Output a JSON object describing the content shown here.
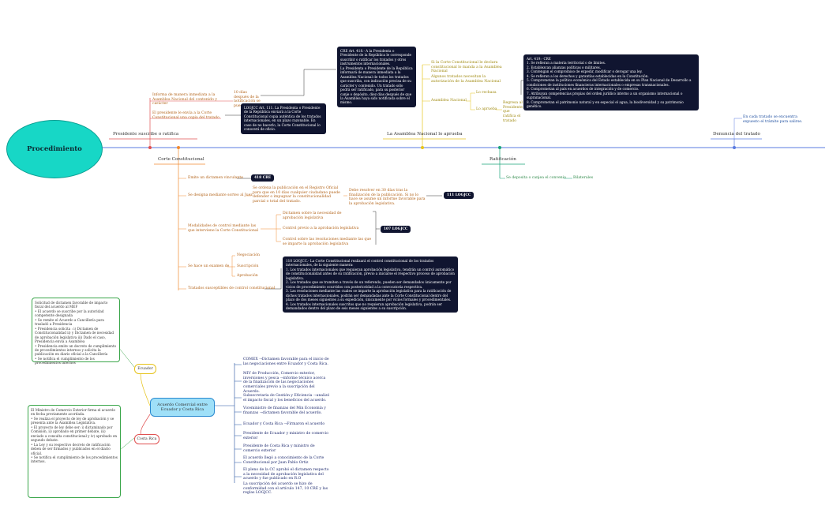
{
  "root": "Procedimiento",
  "timeline": {
    "b1": "Presidente suscribe o ratifica",
    "b2": "La Asamblea Nacional lo aprueba",
    "b3": "Denuncia del tratado",
    "b4": "Corte Constitucional",
    "b5": "Ratificación"
  },
  "presidente": {
    "informa": "Informa de manera inmediata a la Asamblea Nacional del contenido y carácter",
    "dias": "10 días después de la notificación se puede ratificar",
    "envia": "El presidente le envía a la Corte Constitucional una copia del tratado",
    "box_cre": "CRE Art. 418.- A la Presidenta o Presidente de la República le corresponde suscribir o ratificar los tratados y otros instrumentos internacionales.\nLa Presidenta o Presidente de la República informará de manera inmediata a la Asamblea Nacional de todos los tratados que suscriba, con indicación precisa de su carácter y contenido. Un tratado sólo podrá ser ratificado, para su posterior canje o depósito, diez días después de que la Asamblea haya sido notificada sobre el mismo.",
    "box_loj": "LOGJCC Art. 111. La Presidenta o Presidente de la República enviará a la Corte Constitucional copia auténtica de los tratados internacionales, en un plazo razonable. En caso de no hacerlo, la Corte Constitucional lo conocerá de oficio."
  },
  "asamblea": {
    "a1": "Si la Corte Constitucional le declara constitucional lo manda a la Asamblea Nacional",
    "a2": "Algunos tratados necesitan la autorización de la Asamblea Nacional",
    "a3": "Asamblea Nacional",
    "rechaza": "Lo rechaza",
    "aprueba": "Lo aprueba",
    "regresa": "Regresa al Presidente que ratifica el tratado",
    "box419": "Art. 419.- CRE\n1. Se refieran a materia territorial o de límites.\n2. Establezcan alianzas políticas o militares.\n3. Contengan el compromiso de expedir, modificar o derogar una ley.\n4. Se refieran a los derechos y garantías establecidas en la Constitución.\n5. Comprometan la política económica del Estado establecida en su Plan Nacional de Desarrollo a condiciones de instituciones financieras internacionales o empresas transnacionales.\n6. Comprometan al país en acuerdos de integración y de comercio.\n7. Atribuyan competencias propias del orden jurídico interno a un organismo internacional o supranacional.\n8. Comprometan el patrimonio natural y en especial el agua, la biodiversidad y su patrimonio genético."
  },
  "denuncia": {
    "d1": "En cada tratado se encuentra expuesto el trámite para salirse."
  },
  "ratificacion": {
    "r1": "Se deposita o canjea el convenio",
    "r2": "Bilaterales"
  },
  "corte": {
    "c1": "Emite un dictamen vinculante",
    "tag418": "418 CRE",
    "c2": "Se designa mediante sorteo al Juez",
    "c2a": "Se ordena la publicación en el Registro Oficial para que en 10 días cualquier ciudadano puede defender o impugnar la constitucionalidad parcial o total del tratado.",
    "c2b": "Debe resolver en 30 días tras la finalización de la publicación. Si no lo hace se asume un informe favorable para la aprobación legislativa.",
    "tag111": "111 LOGJCC",
    "c3": "Modalidades de control mediante las que interviene la Corte Constitucional",
    "c3a": "Dictamen sobre la necesidad de aprobación legislativa",
    "c3b": "Control previo a la aprobación legislativa",
    "c3c": "Control sobre las resoluciones mediante las que se imparte la aprobación legislativa",
    "tag107": "107 LOGJCC",
    "c4": "Se hace un examen de",
    "c4a": "Negociación",
    "c4b": "Suscripción",
    "c4c": "Aprobación",
    "c5": "Tratados susceptibles de control constitucional",
    "box110": "110 LOGJCC.- La Corte Constitucional realizará el control constitucional de los tratados internacionales, de la siguiente manera:\n1. Los tratados internacionales que requieran aprobación legislativa, tendrán un control automático de constitucionalidad antes de su ratificación, previo a iniciarse el respectivo proceso de aprobación legislativa.\n2. Los tratados que se tramiten a través de un referendo, pueden ser demandados únicamente por vicios de procedimiento ocurridos con posterioridad a la convocatoria respectiva.\n3. Las resoluciones mediante las cuales se imparte la aprobación legislativa para la ratificación de dichos tratados internacionales, podrán ser demandadas ante la Corte Constitucional dentro del plazo de dos meses siguientes a su expedición, únicamente por vicios formales y procedimentales.\n4. Los tratados internacionales suscritos que no requieran aprobación legislativa, podrán ser demandados dentro del plazo de seis meses siguientes a su suscripción."
  },
  "acuerdo": {
    "title": "Acuerdo Comercial entre Ecuador y Costa Rica",
    "ecuador": "Ecuador",
    "costarica": "Costa Rica",
    "ec_text": "Solicitud de dictamen favorable de impacto fiscal del acuerdo al MEF\n• El acuerdo se suscribe por la autoridad competente designada\n• Se remite el Acuerdo a Cancillería para trasladó a Presidencia\n• Presidencia solicita : i) Dictamen de Constitucionalidad ii) y Dictamen de necesidad de aprobación legislativa  iii) Dado el caso, Presidencia envía a Asamblea\n• Presidencia emite un decreto de cumplimiento de procedimientos internos y solicita la publicación en diario oficial a la Cancillería\n• Se notifica el cumplimiento de los procedimientos internos",
    "cr_text": "El Ministro de Comercio Exterior firma el acuerdo en fecha previamente acordada.\n• Se realiza el proyecto de ley de aprobación y se presenta ante la Asamblea Legislativa.\n• El proyecto de ley debe ser: i) dictaminado por Comisión, ii) aprobado en primer debate, iii) enviado a consulta constitucional y iv) aprobado en segundo debate.\n• La Ley y su respectivo decreto de ratificación deben de ser firmados y publicados en el diario oficial.\n• Se notifica el cumplimiento de los procedimientos internos.",
    "items": [
      "COMEX →Dictamen favorable para el inicio de las negociaciones entre Ecuador y Costa Rica.",
      "MIV de Producción, Comercio exterior, inversiones y pesca →informe técnico acerca de la finalización de las negociaciones comerciales previo a la suscripción del Acuerdo.",
      "Subsecretaria de Gestión y Eficiencia →analizó el impacto fiscal y los beneficios del acuerdo.",
      "Viceministro de finanzas del Min Economía y finanzas →dictamen favorable del acuerdo.",
      "Ecuador y Costa Rica →Firmaron el acuerdo",
      "Presidente de Ecuador y ministro de comercio exterior",
      "Presidente de Costa Rica y ministro de comercio exterior",
      "El acuerdo llegó a conocimiento de la Corte Constitucional por Juan Pablo Ortiz",
      "El pleno de la CC aprobó el dictamen respecto a la necesidad de aprobación legislativa del acuerdo y fue publicado en R.O",
      "La suscripción del acuerdo se hizo de conformidad con el artículo 147, 10 CRE y las reglas LOGJCC."
    ]
  }
}
